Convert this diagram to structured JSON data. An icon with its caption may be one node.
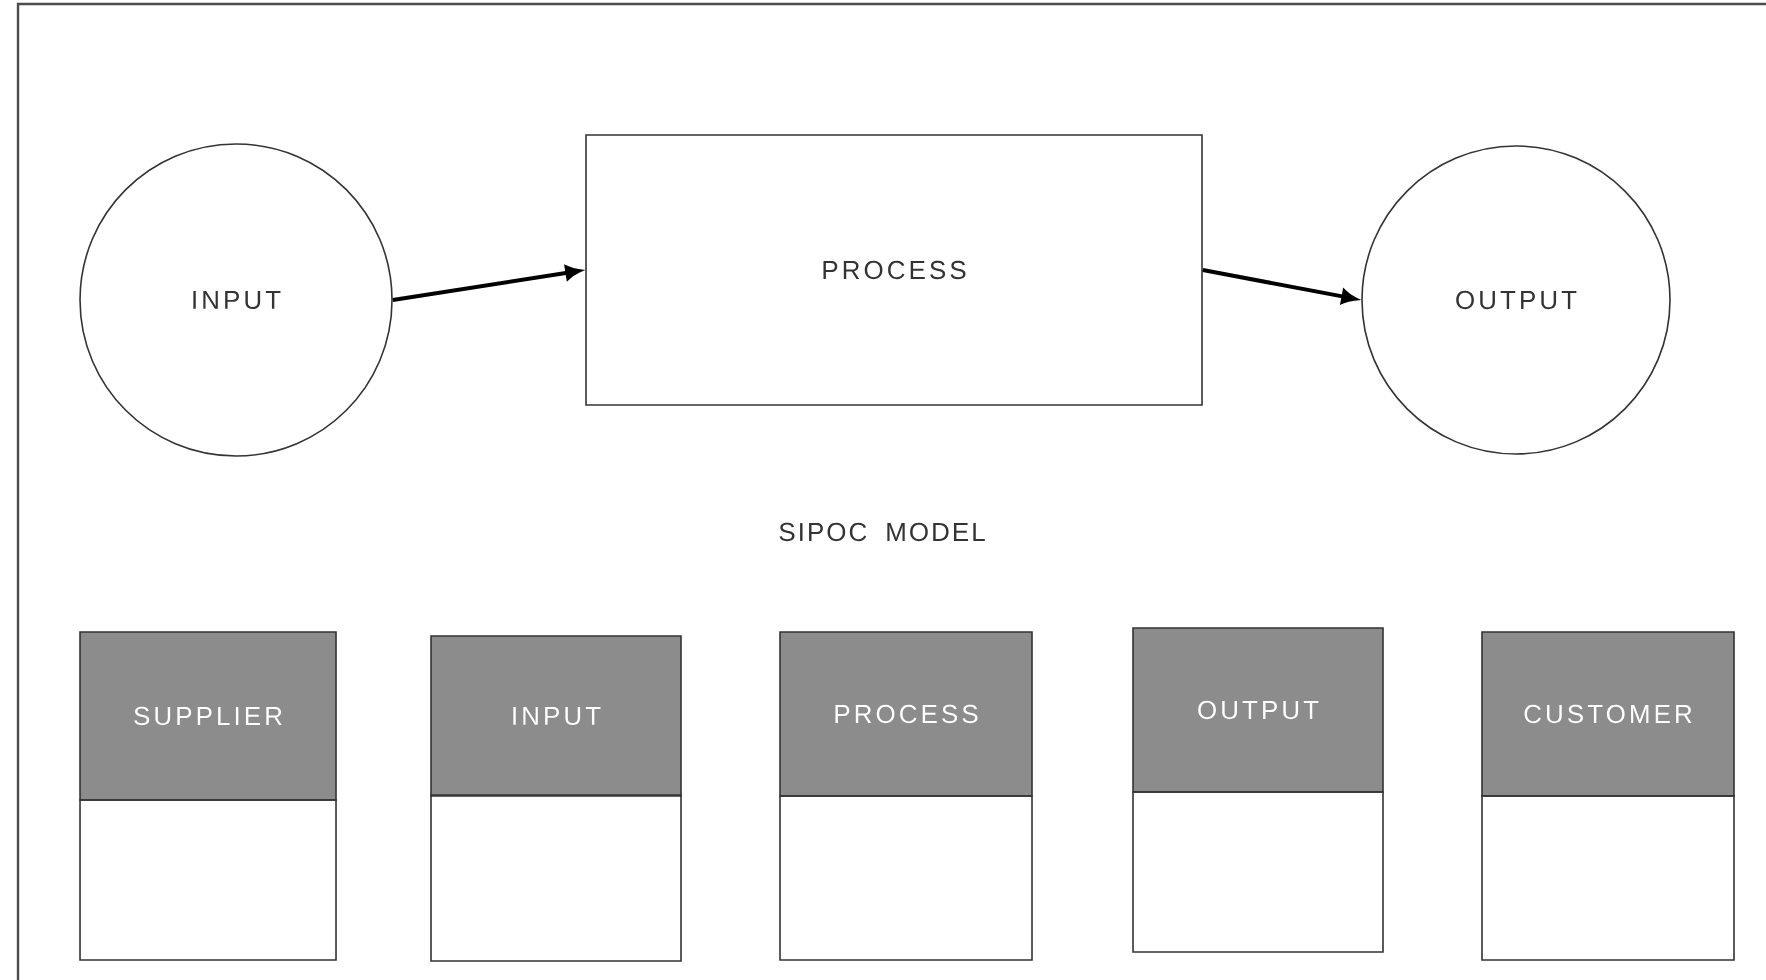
{
  "diagram": {
    "nodes": [
      {
        "text": [
          "INPUT"
        ]
      },
      {
        "text": [
          "PROCESS"
        ]
      },
      {
        "text": [
          "OUTPUT"
        ]
      },
      {
        "text": [
          "SUPPLIER"
        ]
      },
      {
        "text": [
          "INPUT"
        ]
      },
      {
        "text": [
          "PROCESS"
        ]
      },
      {
        "text": [
          "OUTPUT"
        ]
      },
      {
        "text": [
          "CUSTOMER"
        ]
      },
      {
        "text": [],
        "shape": "box"
      },
      {
        "text": [],
        "shape": "box"
      },
      {
        "text": [],
        "shape": "box"
      },
      {
        "text": [],
        "shape": "box"
      },
      {
        "text": [],
        "shape": "box"
      }
    ],
    "edges": [
      {
        "from": 0,
        "to": 1,
        "arrow": "to"
      },
      {
        "from": 1,
        "to": 2,
        "arrow": "to"
      }
    ],
    "labels": [
      "SIPOC MODEL"
    ]
  }
}
